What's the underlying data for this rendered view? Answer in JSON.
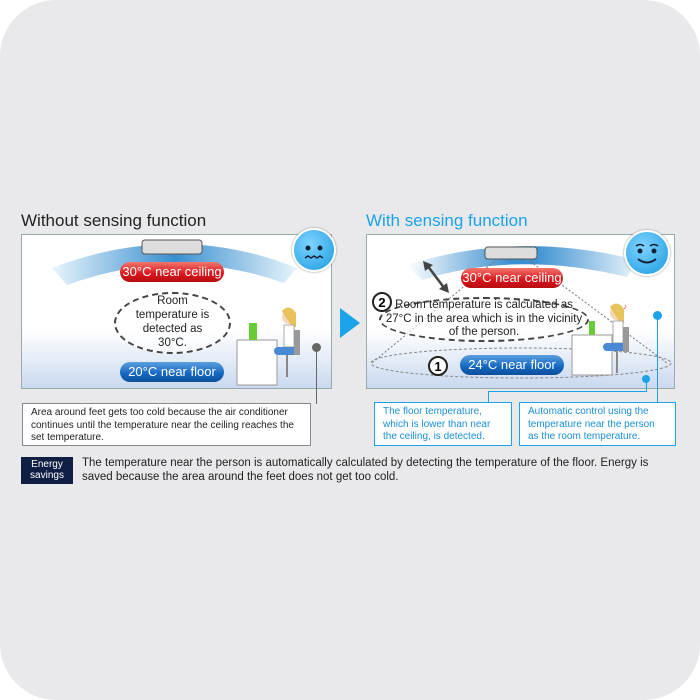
{
  "left": {
    "title": "Without sensing function",
    "ceiling": "30°C near ceiling",
    "floor": "20°C near floor",
    "detected": "Room temperature is detected as 30°C.",
    "callout": "Area around feet gets too cold because the air conditioner continues until the temperature near the ceiling reaches the set temperature."
  },
  "right": {
    "title": "With sensing function",
    "ceiling": "30°C near ceiling",
    "floor": "24°C near floor",
    "step1": "1",
    "step2": "2",
    "calculated": "Room temperature is calculated as 27°C in the area which is in the vicinity of the person.",
    "callout1": "The floor temperature, which is lower than near the ceiling, is detected.",
    "callout2": "Automatic control using the temperature near the person as the room temperature."
  },
  "footer": {
    "badge": "Energy savings",
    "text": "The temperature near the person is automatically calculated by detecting the temperature of the floor. Energy is saved because the area around the feet does not get too cold."
  },
  "colors": {
    "accent": "#1aa3e8",
    "navy": "#0f1f44",
    "red": "#d9141b",
    "blue": "#1466c0"
  }
}
